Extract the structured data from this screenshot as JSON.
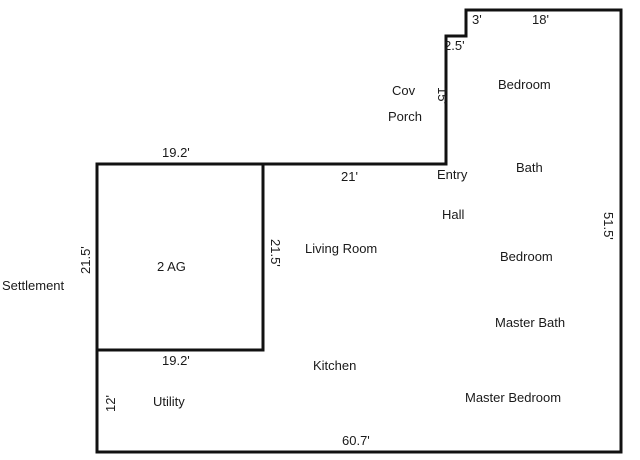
{
  "style": {
    "line_color": "#111111",
    "text_color": "#1a1a1a",
    "background": "#ffffff"
  },
  "dimensions": {
    "top_notch_height": "3'",
    "top_right_width": "18'",
    "step_width": "2.5'",
    "porch_depth": "15'",
    "upper_run_length": "21'",
    "garage_top_width": "19.2'",
    "garage_bottom_width": "19.2'",
    "garage_left_depth": "21.5'",
    "garage_right_depth": "21.5'",
    "right_side_length": "51.5'",
    "utility_depth": "12'",
    "bottom_length": "60.7'"
  },
  "rooms": {
    "cov": "Cov",
    "porch": "Porch",
    "bedroom_top": "Bedroom",
    "entry": "Entry",
    "bath": "Bath",
    "hall": "Hall",
    "garage": "2 AG",
    "living_room": "Living Room",
    "bedroom_mid": "Bedroom",
    "master_bath": "Master Bath",
    "kitchen": "Kitchen",
    "utility": "Utility",
    "master_bedroom": "Master Bedroom"
  },
  "annotations": {
    "settlement": "Settlement"
  }
}
